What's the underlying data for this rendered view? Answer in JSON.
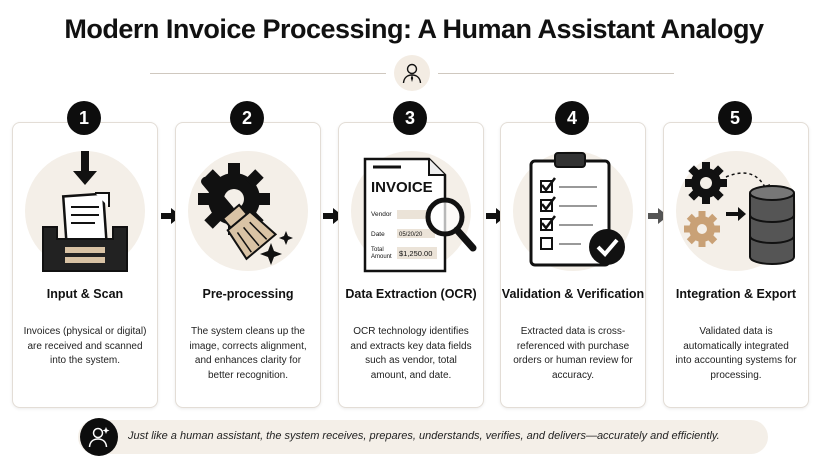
{
  "title": "Modern Invoice Processing: A Human Assistant Analogy",
  "steps": [
    {
      "number": "1",
      "title": "Input & Scan",
      "description": "Invoices (physical or digital) are received and scanned into the system."
    },
    {
      "number": "2",
      "title": "Pre-processing",
      "description": "The system cleans up the image, corrects alignment, and enhances clarity for better recognition."
    },
    {
      "number": "3",
      "title": "Data Extraction (OCR)",
      "description": "OCR technology identifies and extracts key data fields such as vendor, total amount, and date."
    },
    {
      "number": "4",
      "title": "Validation & Verification",
      "description": "Extracted data is cross-referenced with purchase orders or human review for accuracy."
    },
    {
      "number": "5",
      "title": "Integration & Export",
      "description": "Validated data is automatically integrated into accounting systems for processing."
    }
  ],
  "invoice": {
    "heading": "INVOICE",
    "vendor_label": "Vendor",
    "date_label": "Date",
    "date_value": "05/20/20",
    "total_label_1": "Total",
    "total_label_2": "Amount",
    "total_value": "$1,250.00"
  },
  "footer": {
    "text": "Just like a human assistant, the system receives, prepares, understands, verifies, and delivers—accurately and efficiently."
  },
  "colors": {
    "dark": "#0d0d0d",
    "beige": "#f4efe8",
    "tan": "#d9c3a5",
    "gear_tan": "#c9a176"
  },
  "icons": [
    "person-icon",
    "inbox-tray-icon",
    "gear-icon",
    "brush-icon",
    "sparkle-icon",
    "invoice-icon",
    "magnifier-icon",
    "clipboard-checklist-icon",
    "check-badge-icon",
    "database-icon",
    "arrow-right-icon",
    "assistant-icon"
  ]
}
